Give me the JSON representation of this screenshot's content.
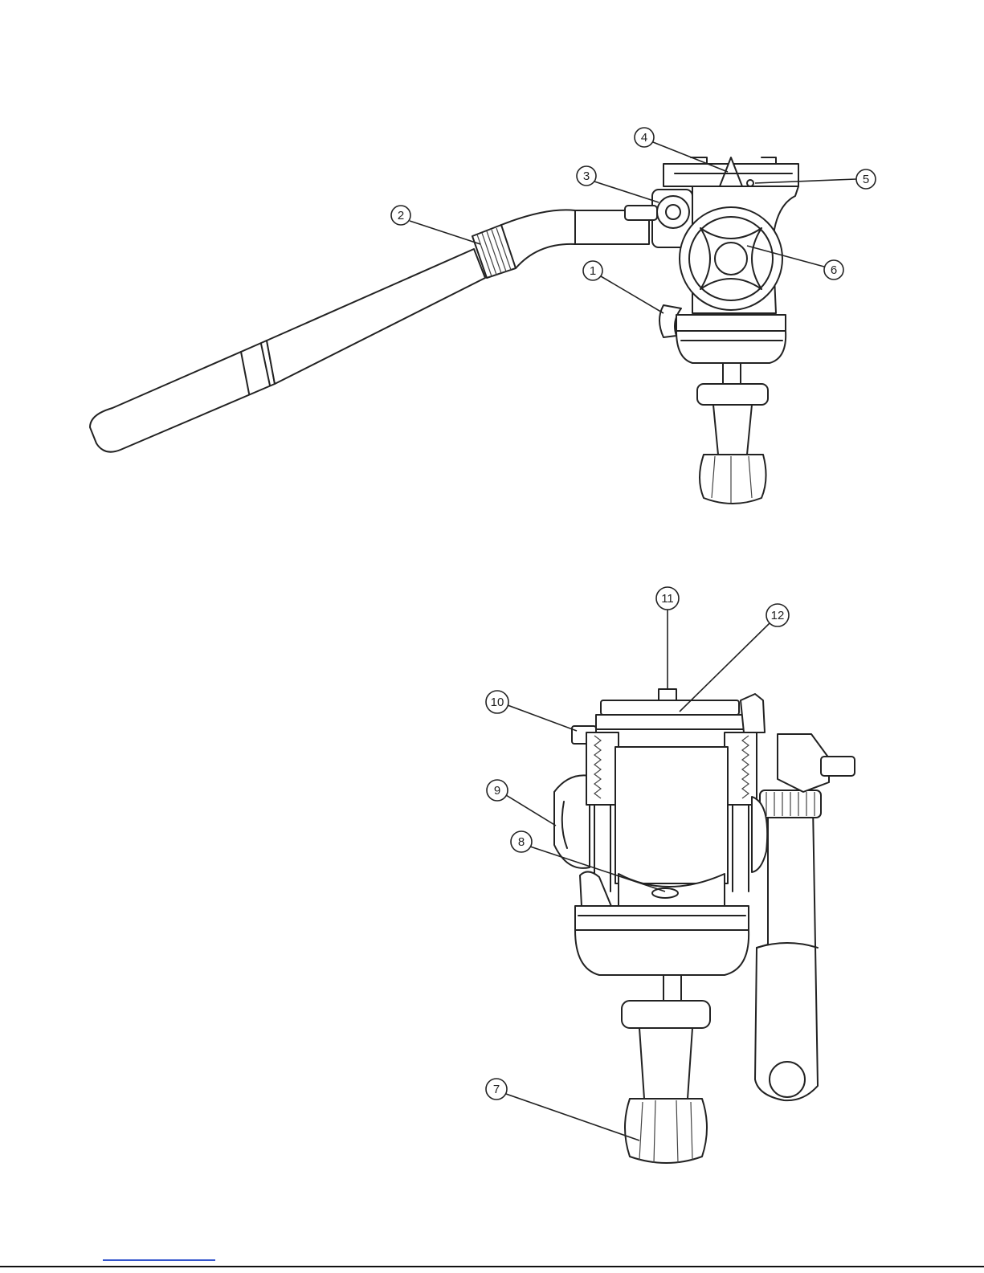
{
  "callouts": [
    {
      "id": "c1",
      "label": "1"
    },
    {
      "id": "c2",
      "label": "2"
    },
    {
      "id": "c3",
      "label": "3"
    },
    {
      "id": "c4",
      "label": "4"
    },
    {
      "id": "c5",
      "label": "5"
    },
    {
      "id": "c6",
      "label": "6"
    },
    {
      "id": "c7",
      "label": "7"
    },
    {
      "id": "c8",
      "label": "8"
    },
    {
      "id": "c9",
      "label": "9"
    },
    {
      "id": "c10",
      "label": "10"
    },
    {
      "id": "c11",
      "label": "11"
    },
    {
      "id": "c12",
      "label": "12"
    }
  ],
  "colors": {
    "line": "#222222",
    "background": "#ffffff",
    "link": "#3355cc"
  }
}
